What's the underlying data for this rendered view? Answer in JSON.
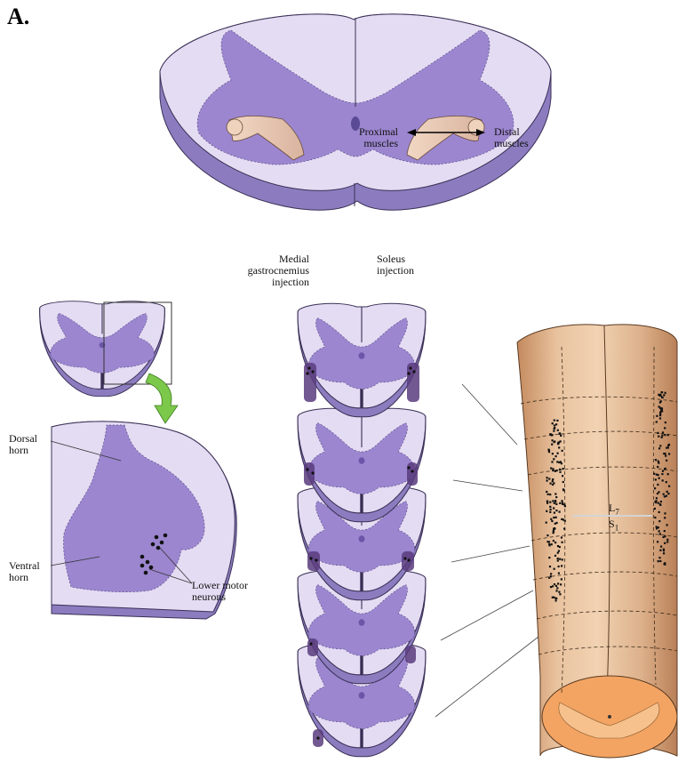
{
  "panel_label": "A.",
  "top": {
    "proximal": "Proximal\nmuscles",
    "distal": "Distal\nmuscles"
  },
  "left": {
    "dorsal_horn": "Dorsal\nhorn",
    "ventral_horn": "Ventral\nhorn",
    "lower_motor_neurons": "Lower motor\nneurons"
  },
  "middle": {
    "medial_injection": "Medial\ngastrocnemius\ninjection",
    "soleus_injection": "Soleus\ninjection"
  },
  "right": {
    "segment_upper": "L",
    "segment_upper_sub": "7",
    "segment_lower": "S",
    "segment_lower_sub": "1"
  },
  "colors": {
    "gray_matter": "#9b86cf",
    "white_matter": "#e4dcf3",
    "slab_side": "#8c7cbf",
    "cord_skin": "#e2b691",
    "cord_end": "#f3a462"
  }
}
